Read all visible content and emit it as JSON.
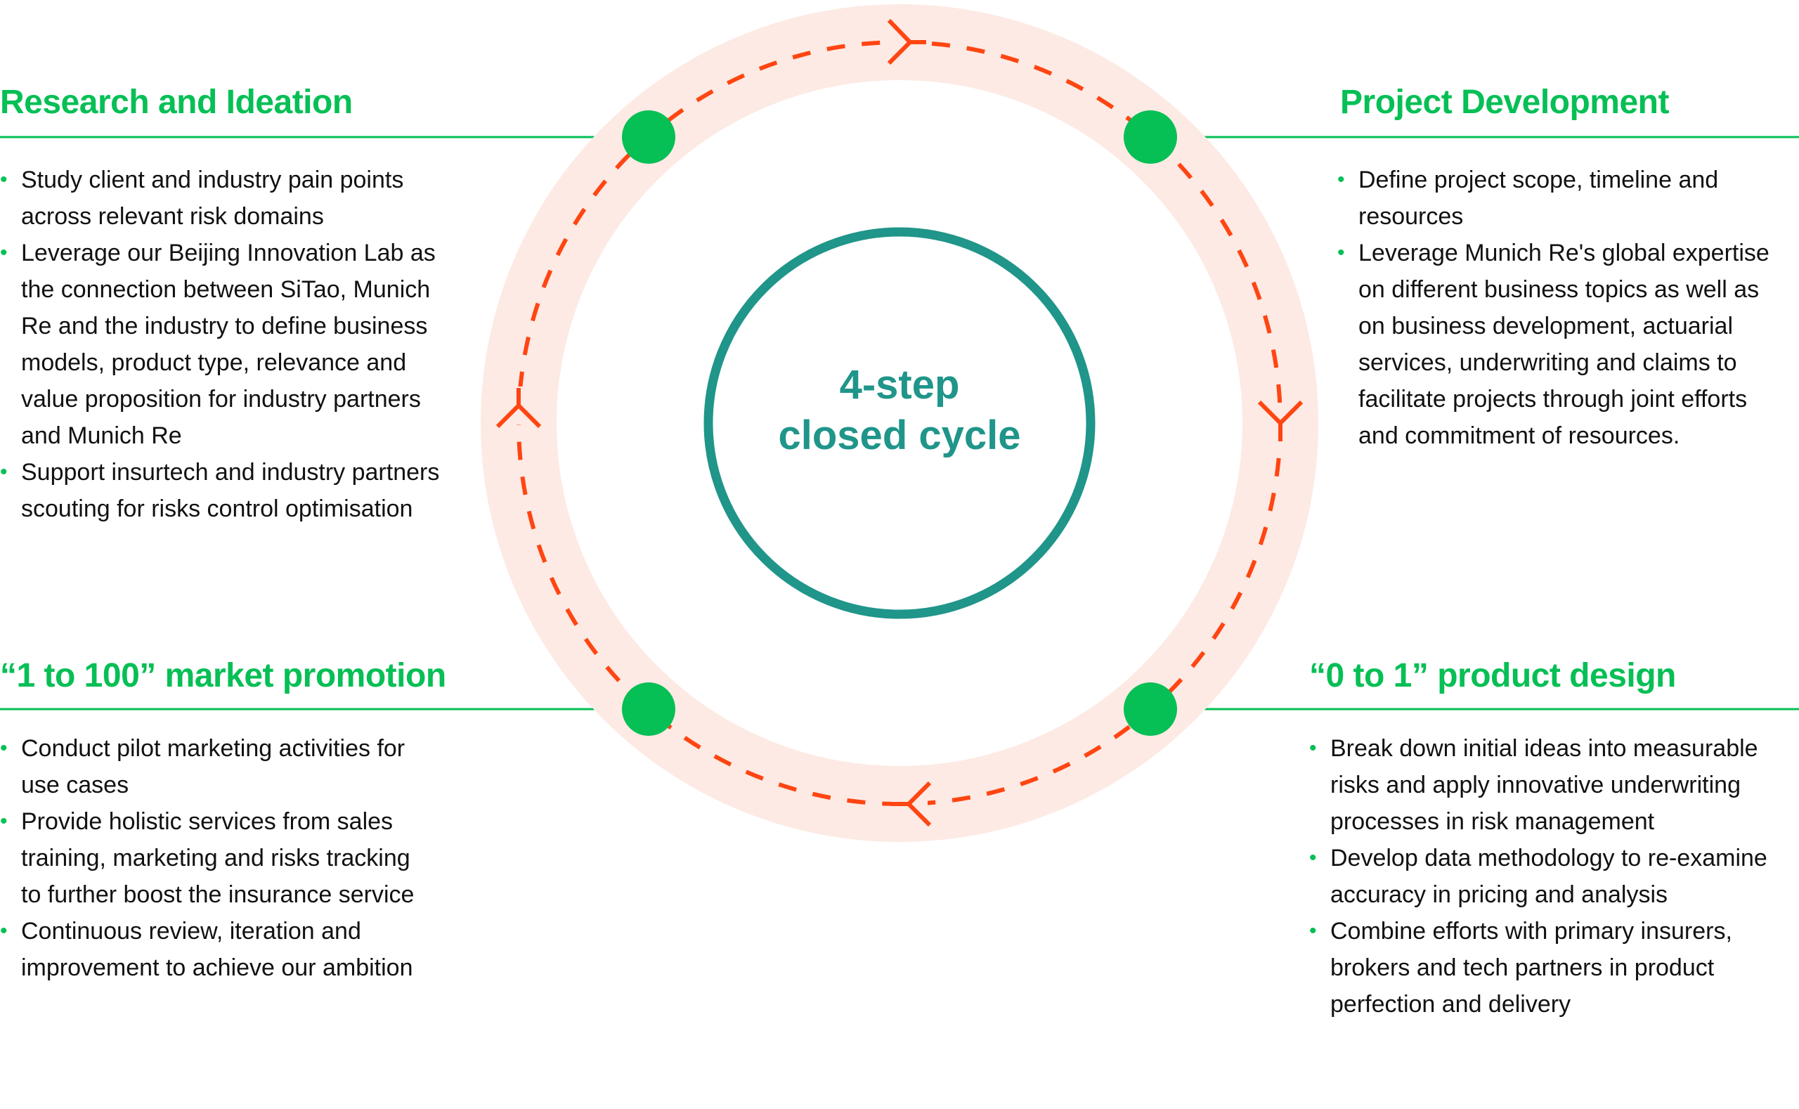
{
  "title": "4-step closed cycle",
  "center": {
    "line1": "4-step",
    "line2": "closed cycle"
  },
  "colors": {
    "accent_green": "#06BF55",
    "teal": "#20958A",
    "ring_band": "#FDEAE4",
    "dash_orange": "#FF4512",
    "text": "#111111"
  },
  "cycle": {
    "direction": "clockwise",
    "arrow_icons": [
      "arrow-right-icon",
      "arrow-down-icon",
      "arrow-left-icon",
      "arrow-up-icon"
    ]
  },
  "sections": {
    "top_left": {
      "heading": "Research and Ideation",
      "bullets": [
        [
          "Study client and industry pain points",
          "across relevant risk domains"
        ],
        [
          "Leverage our Beijing Innovation Lab as",
          "the connection between SiTao, Munich",
          "Re and the industry to define business",
          "models, product type, relevance and",
          "value proposition for industry partners",
          "and Munich Re"
        ],
        [
          "Support insurtech and industry partners",
          "scouting for risks control optimisation"
        ]
      ]
    },
    "top_right": {
      "heading": "Project Development",
      "bullets": [
        [
          "Define project scope, timeline and",
          "resources"
        ],
        [
          "Leverage Munich Re's global expertise",
          "on different business topics as well as",
          "on business development, actuarial",
          "services, underwriting and claims to",
          "facilitate projects through joint efforts",
          "and commitment of resources."
        ]
      ]
    },
    "bottom_right": {
      "heading": "“0 to 1” product design",
      "bullets": [
        [
          "Break down initial ideas into measurable",
          "risks and apply innovative underwriting",
          "processes in risk management"
        ],
        [
          "Develop data methodology to re-examine",
          "accuracy in pricing and analysis"
        ],
        [
          "Combine efforts with primary insurers,",
          "brokers and tech partners in product",
          "perfection and delivery"
        ]
      ]
    },
    "bottom_left": {
      "heading": "“1 to 100” market promotion",
      "bullets": [
        [
          "Conduct pilot marketing activities for",
          "use cases"
        ],
        [
          "Provide holistic services from sales",
          "training, marketing and risks tracking",
          "to further boost the insurance service"
        ],
        [
          "Continuous review, iteration and",
          "improvement to achieve our ambition"
        ]
      ]
    }
  }
}
